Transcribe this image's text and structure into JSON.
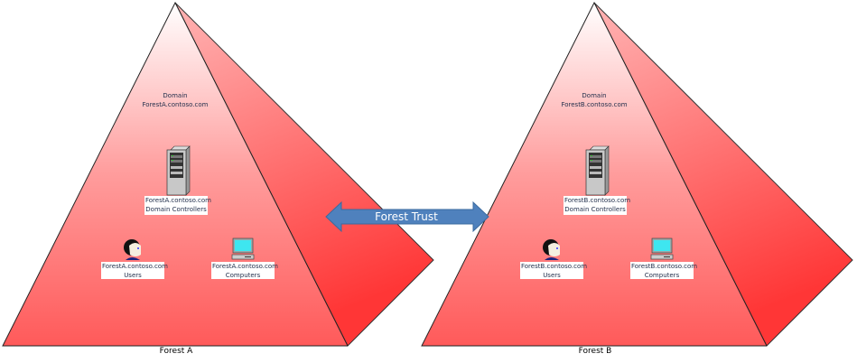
{
  "colors": {
    "pyramid_front_top": "#ffffff",
    "pyramid_front_bottom": "#ff5a5a",
    "pyramid_side_top": "#ffaaaa",
    "pyramid_side_bottom": "#ff3838",
    "trust_arrow": "#4f81bd"
  },
  "trust": {
    "label": "Forest Trust",
    "icon": "double-arrow-icon"
  },
  "forests": [
    {
      "name": "Forest A",
      "domain_label": "Domain",
      "domain_name": "ForestA.contoso.com",
      "dc": {
        "name": "ForestA.contoso.com",
        "role": "Domain Controllers",
        "icon": "server-icon"
      },
      "users": {
        "name": "ForestA.contoso.com",
        "role": "Users",
        "icon": "user-icon"
      },
      "computers": {
        "name": "ForestA.contoso.com",
        "role": "Computers",
        "icon": "computer-icon"
      }
    },
    {
      "name": "Forest B",
      "domain_label": "Domain",
      "domain_name": "ForestB.contoso.com",
      "dc": {
        "name": "ForestB.contoso.com",
        "role": "Domain Controllers",
        "icon": "server-icon"
      },
      "users": {
        "name": "ForestB.contoso.com",
        "role": "Users",
        "icon": "user-icon"
      },
      "computers": {
        "name": "ForestB.contoso.com",
        "role": "Computers",
        "icon": "computer-icon"
      }
    }
  ]
}
